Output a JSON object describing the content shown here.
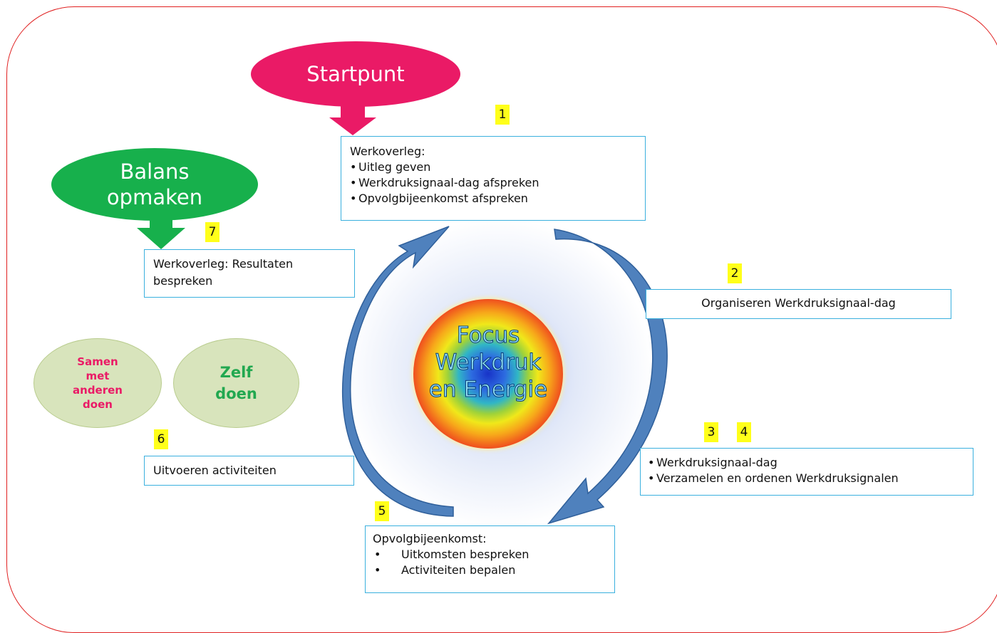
{
  "start": {
    "label": "Startpunt"
  },
  "balance": {
    "line1": "Balans",
    "line2": "opmaken"
  },
  "center": {
    "line1": "Focus",
    "line2": "Werkdruk",
    "line3": "en Energie"
  },
  "steps": {
    "s1": {
      "num": "1",
      "title": "Werkoverleg:",
      "items": [
        "Uitleg geven",
        "Werkdruksignaal-dag afspreken",
        "Opvolgbijeenkomst afspreken"
      ]
    },
    "s2": {
      "num": "2",
      "text": "Organiseren Werkdruksignaal-dag"
    },
    "s3": {
      "num": "3"
    },
    "s4": {
      "num": "4",
      "items": [
        "Werkdruksignaal-dag",
        "Verzamelen en ordenen Werkdruksignalen"
      ]
    },
    "s5": {
      "num": "5",
      "title": "Opvolgbijeenkomst:",
      "items": [
        "Uitkomsten bespreken",
        "Activiteiten bepalen"
      ]
    },
    "s6": {
      "num": "6",
      "text": "Uitvoeren activiteiten"
    },
    "s7": {
      "num": "7",
      "text": "Werkoverleg: Resultaten bespreken"
    }
  },
  "ovals": {
    "together": {
      "line1": "Samen",
      "line2": "met",
      "line3": "anderen",
      "line4": "doen"
    },
    "self": {
      "line1": "Zelf",
      "line2": "doen"
    }
  },
  "colors": {
    "frame": "#e02020",
    "start": "#ea1a66",
    "balance": "#17b04c",
    "box_border": "#3ab0de",
    "number_bg": "#ffff1a",
    "cycle_arrow": "#4f81bd"
  }
}
